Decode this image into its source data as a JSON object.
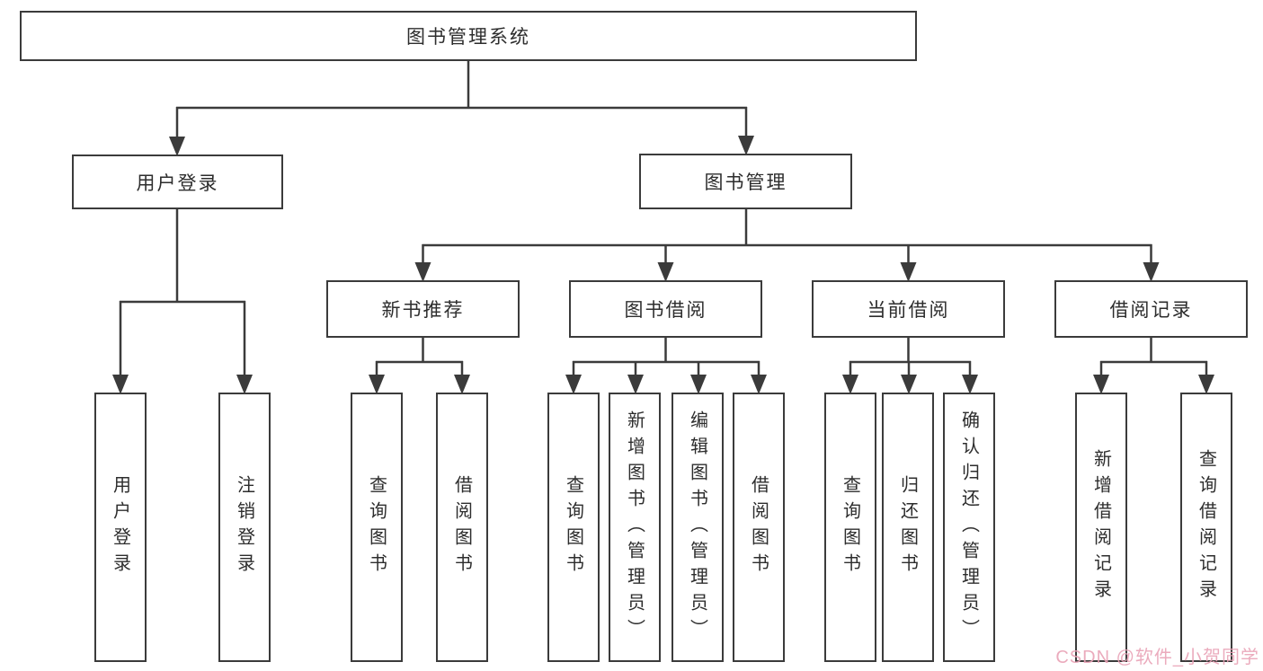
{
  "diagram": {
    "line_color": "#3b3b3b",
    "root": {
      "label": "图书管理系统"
    },
    "level2": [
      {
        "label": "用户登录"
      },
      {
        "label": "图书管理"
      }
    ],
    "level3": [
      {
        "label": "新书推荐"
      },
      {
        "label": "图书借阅"
      },
      {
        "label": "当前借阅"
      },
      {
        "label": "借阅记录"
      }
    ],
    "leaves": [
      {
        "label": "用户登录"
      },
      {
        "label": "注销登录"
      },
      {
        "label": "查询图书"
      },
      {
        "label": "借阅图书"
      },
      {
        "label": "查询图书"
      },
      {
        "label": "新增图书（管理员）"
      },
      {
        "label": "编辑图书（管理员）"
      },
      {
        "label": "借阅图书"
      },
      {
        "label": "查询图书"
      },
      {
        "label": "归还图书"
      },
      {
        "label": "确认归还（管理员）"
      },
      {
        "label": "新增借阅记录"
      },
      {
        "label": "查询借阅记录"
      }
    ]
  },
  "watermark": {
    "text": "CSDN @软件_小贺同学",
    "color": "#e9a2b6"
  }
}
